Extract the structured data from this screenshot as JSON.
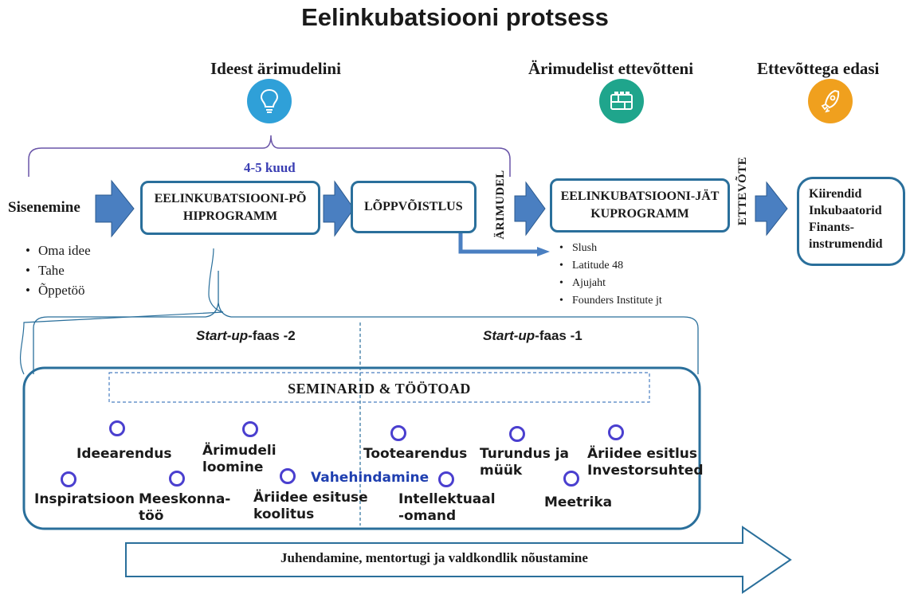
{
  "title": "Eelinkubatsiooni protsess",
  "phases": [
    {
      "label": "Ideest ärimudelini",
      "icon": "lightbulb-icon",
      "color": "#2fa0d8"
    },
    {
      "label": "Ärimudelist  ettevõtteni",
      "icon": "building-blocks-icon",
      "color": "#1fa58c"
    },
    {
      "label": "Ettevõttega edasi",
      "icon": "rocket-icon",
      "color": "#f0a01e"
    }
  ],
  "duration": "4-5 kuud",
  "entry": {
    "label": "Sisenemine",
    "bullets": [
      "Oma idee",
      "Tahe",
      "Õppetöö"
    ]
  },
  "boxes": {
    "main_program": "EELINKUBATSIOONI-PÕHIPROGRAMM",
    "final": "LÕPPVÕISTLUS",
    "follow_up": "EELINKUBATSIOONI-JÄTKUPROGRAMM",
    "next": [
      "Kiirendid",
      "Inkubaatorid",
      "Finants-instrumendid"
    ]
  },
  "vertical_labels": {
    "business_model": "ÄRIMUDEL",
    "company": "ETTEVÕTE"
  },
  "events": [
    "Slush",
    "Latitude  48",
    "Ajujaht",
    "Founders Institute  jt"
  ],
  "stages": {
    "left_italic": "Start-up",
    "left_rest": "-faas  -2",
    "right_italic": "Start-up",
    "right_rest": "-faas  -1"
  },
  "seminars_title": "SEMINARID  &  TÖÖTOAD",
  "workshops": [
    {
      "text": "Ideearendus"
    },
    {
      "text": "Inspiratsioon"
    },
    {
      "text": "Ärimudeli loomine"
    },
    {
      "text": "Meeskonna-töö"
    },
    {
      "text": "Äriidee esituse koolitus"
    },
    {
      "text": "Vahehindamine"
    },
    {
      "text": "Tootearendus"
    },
    {
      "text": "Intellektuaal-omand"
    },
    {
      "text": "Turundus ja müük"
    },
    {
      "text": "Meetrika"
    },
    {
      "text": "Äriidee esitlus Investorsuhted"
    }
  ],
  "bottom_arrow": "Juhendamine, mentortugi ja valdkondlik nõustamine",
  "colors": {
    "box_border": "#2a6f9b",
    "arrow": "#4a7fc1",
    "duration": "#3b3fb3",
    "ring": "#4a3fcf",
    "vahehindamine": "#1f3fb0"
  }
}
